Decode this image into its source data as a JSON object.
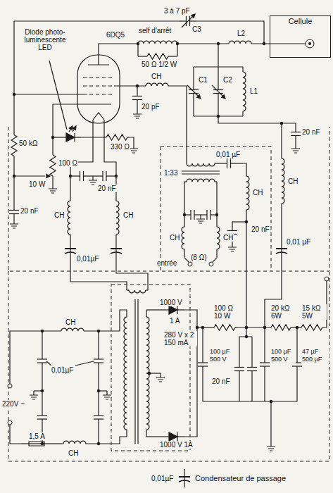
{
  "diagram": {
    "nodes": [
      {
        "text": [
          "Cellule"
        ]
      }
    ],
    "labels": [
      "3 à 7 pF",
      "C3",
      "self d'arrêt",
      "L2",
      "6DQ5",
      "Diode photo-luminescente LED",
      "50 Ω 1/2 W",
      "CH",
      "20 pF",
      "C1",
      "C2",
      "L1",
      "20 nF",
      "50 kΩ",
      "100 Ω",
      "10 W",
      "330 Ω",
      "20 nF",
      "20 nF",
      "1:33",
      "0,01 µF",
      "CH",
      "20 nF",
      "CH",
      "CH",
      "(8 Ω)",
      "entrée",
      "CH",
      "CH",
      "0,01µF",
      "CH",
      "0,01 µF",
      "1000 V",
      "1 A",
      "280 V x 2 150 mA",
      "1000 V 1A",
      "220V ~",
      "CH",
      "0,01µF",
      "1,5 A",
      "CH",
      "100 Ω 10 W",
      "20 kΩ 6W",
      "15 kΩ 5W",
      "100 µF 500 V",
      "20 nF",
      "100 µF 500 V",
      "47 µF 500 µF",
      "0,01µF"
    ],
    "legend": [
      {
        "text": "Condensateur de passage"
      }
    ]
  }
}
